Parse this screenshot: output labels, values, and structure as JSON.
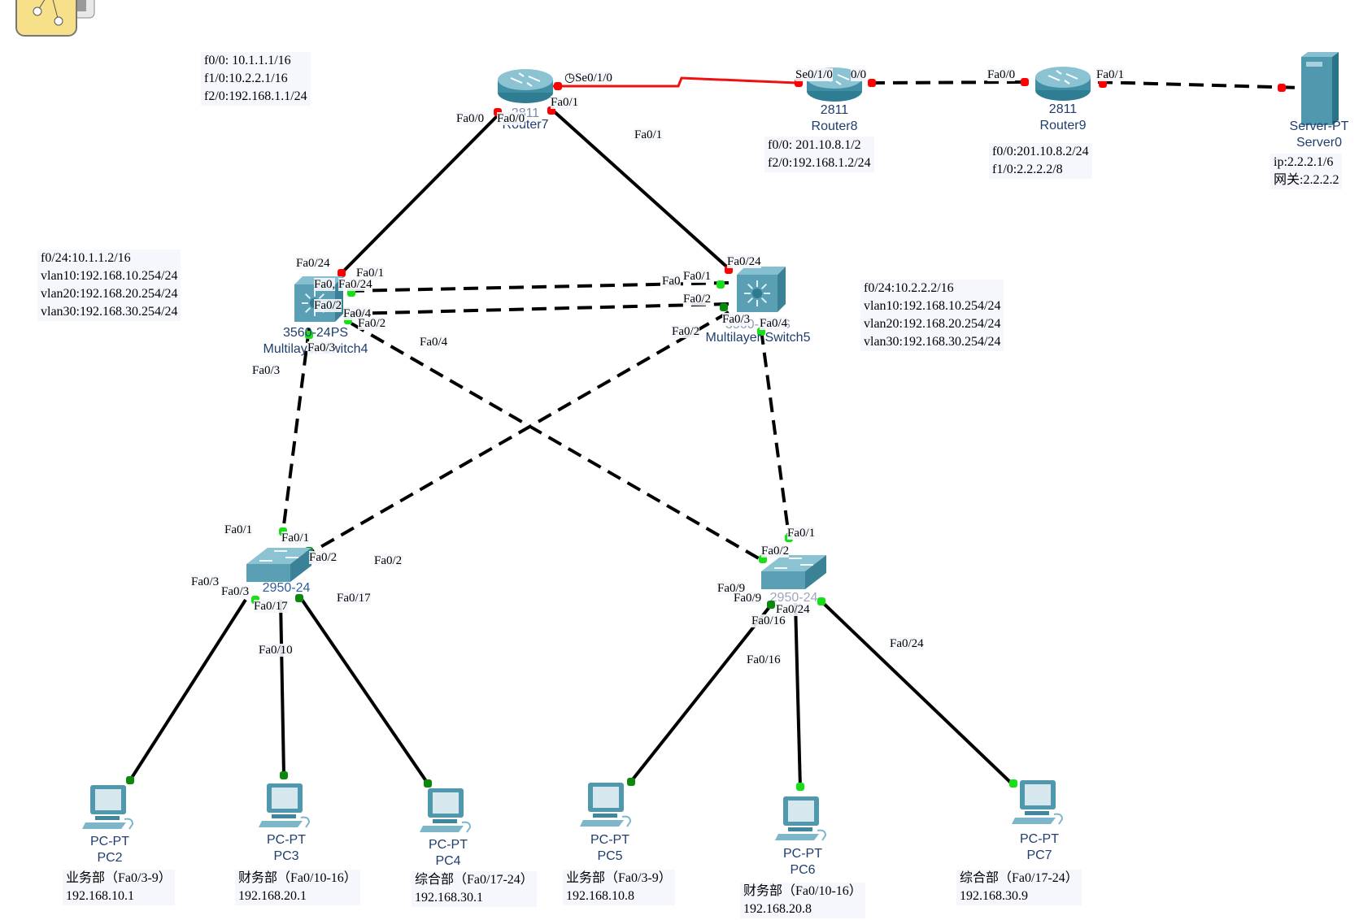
{
  "devices": {
    "router7": {
      "model": "2811",
      "name": "Router7"
    },
    "router8": {
      "model": "2811",
      "name": "Router8"
    },
    "router9": {
      "model": "2811",
      "name": "Router9"
    },
    "server0": {
      "model": "Server-PT",
      "name": "Server0"
    },
    "mls4": {
      "model": "3560-24PS",
      "name": "Multilayer Switch4"
    },
    "mls5": {
      "model": "3560-24PS",
      "name": "Multilayer Switch5"
    },
    "sw_left": {
      "model": "2950-24",
      "name": ""
    },
    "sw_right": {
      "model": "2950-24",
      "name": ""
    },
    "pc2": {
      "model": "PC-PT",
      "name": "PC2"
    },
    "pc3": {
      "model": "PC-PT",
      "name": "PC3"
    },
    "pc4": {
      "model": "PC-PT",
      "name": "PC4"
    },
    "pc5": {
      "model": "PC-PT",
      "name": "PC5"
    },
    "pc6": {
      "model": "PC-PT",
      "name": "PC6"
    },
    "pc7": {
      "model": "PC-PT",
      "name": "PC7"
    }
  },
  "notes": {
    "router7": [
      "f0/0: 10.1.1.1/16",
      "f1/0:10.2.2.1/16",
      "f2/0:192.168.1.1/24"
    ],
    "router8": [
      "f0/0: 201.10.8.1/2",
      "f2/0:192.168.1.2/24"
    ],
    "router9": [
      "f0/0:201.10.8.2/24",
      "f1/0:2.2.2.2/8"
    ],
    "server0": [
      "ip:2.2.2.1/6",
      "网关:2.2.2.2"
    ],
    "mls4": [
      "f0/24:10.1.1.2/16",
      "vlan10:192.168.10.254/24",
      "vlan20:192.168.20.254/24",
      "vlan30:192.168.30.254/24"
    ],
    "mls5": [
      "f0/24:10.2.2.2/16",
      "vlan10:192.168.10.254/24",
      "vlan20:192.168.20.254/24",
      "vlan30:192.168.30.254/24"
    ],
    "pc2": [
      "业务部（Fa0/3-9）",
      "192.168.10.1"
    ],
    "pc3": [
      "财务部（Fa0/10-16）",
      "192.168.20.1"
    ],
    "pc4": [
      "综合部（Fa0/17-24）",
      "192.168.30.1"
    ],
    "pc5": [
      "业务部（Fa0/3-9）",
      "192.168.10.8"
    ],
    "pc6": [
      "财务部（Fa0/10-16）",
      "192.168.20.8"
    ],
    "pc7": [
      "综合部（Fa0/17-24）",
      "192.168.30.9"
    ]
  },
  "port_labels": {
    "r7_se": "Se0/1/0",
    "r7_fa00a": "Fa0/0",
    "r7_fa00b": "Fa0/0",
    "r7_fa01": "Fa0/1",
    "r7_fa01_far": "Fa0/1",
    "r8_se": "Se0/1/0",
    "r8_fa": "0/0",
    "r9_fa00": "Fa0/0",
    "r9_fa01": "Fa0/1",
    "m4_fa024": "Fa0/24",
    "m4_fa01": "Fa0/1",
    "m4_fa0x": "Fa0,",
    "m4_fa024b": "Fa0/24",
    "m4_fa02": "Fa0/2",
    "m4_fa04": "Fa0/4",
    "m4_fa02b": "Fa0/2",
    "m4_fa03": "Fa0/3",
    "m4_fa03far": "Fa0/3",
    "m4_fa04far": "Fa0/4",
    "m5_fa024": "Fa0/24",
    "m5_fa0": "Fa0",
    "m5_fa01": "Fa0/1",
    "m5_fa02": "Fa0/2",
    "m5_fa03": "Fa0/3",
    "m5_fa04": "Fa0/4",
    "m5_fa02far": "Fa0/2",
    "sl_fa01far": "Fa0/1",
    "sl_fa01": "Fa0/1",
    "sl_fa02": "Fa0/2",
    "sl_fa02far": "Fa0/2",
    "sl_fa03far": "Fa0/3",
    "sl_fa03": "Fa0/3",
    "sl_fa017": "Fa0/17",
    "sl_fa017far": "Fa0/17",
    "sl_fa010": "Fa0/10",
    "sr_fa01": "Fa0/1",
    "sr_fa02": "Fa0/2",
    "sr_fa09far": "Fa0/9",
    "sr_fa09": "Fa0/9",
    "sr_fa024": "Fa0/24",
    "sr_fa016": "Fa0/16",
    "sr_fa016far": "Fa0/16",
    "sr_fa024far": "Fa0/24"
  },
  "colors": {
    "link_up": "#16e016",
    "link_up_dark": "#0a8a0a",
    "link_down": "#ff0000",
    "serial": "#ee1111",
    "device": "#4f98ad",
    "label_text": "#1f3e6e"
  }
}
